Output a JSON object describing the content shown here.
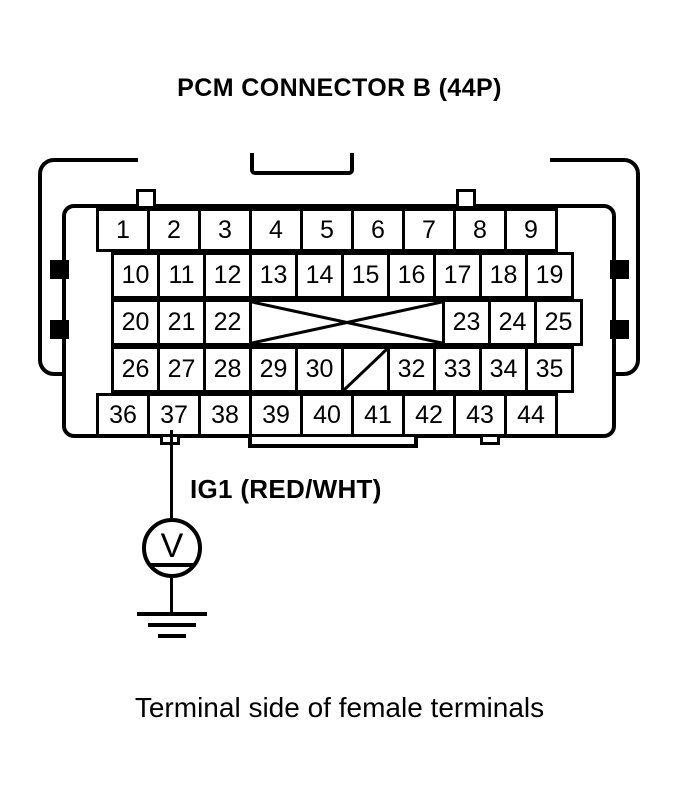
{
  "title": "PCM CONNECTOR B (44P)",
  "caption": "Terminal side of female terminals",
  "wire_label": "IG1 (RED/WHT)",
  "meter": {
    "symbol": "V",
    "type": "voltmeter",
    "ground_symbol": "earth-ground"
  },
  "connector": {
    "name": "PCM CONNECTOR B",
    "pin_count": "44P",
    "measured_terminal": "37",
    "view": "Terminal side of female terminals",
    "rows": [
      {
        "id": "row-1",
        "cells": [
          {
            "label": "1"
          },
          {
            "label": "2"
          },
          {
            "label": "3"
          },
          {
            "label": "4"
          },
          {
            "label": "5"
          },
          {
            "label": "6"
          },
          {
            "label": "7"
          },
          {
            "label": "8"
          },
          {
            "label": "9"
          }
        ]
      },
      {
        "id": "row-2",
        "cells": [
          {
            "label": "10"
          },
          {
            "label": "11"
          },
          {
            "label": "12"
          },
          {
            "label": "13"
          },
          {
            "label": "14"
          },
          {
            "label": "15"
          },
          {
            "label": "16"
          },
          {
            "label": "17"
          },
          {
            "label": "18"
          },
          {
            "label": "19"
          }
        ]
      },
      {
        "id": "row-3",
        "cells": [
          {
            "label": "20"
          },
          {
            "label": "21"
          },
          {
            "label": "22"
          },
          {
            "label": "",
            "blank": "x-span"
          },
          {
            "label": "23"
          },
          {
            "label": "24"
          },
          {
            "label": "25"
          }
        ]
      },
      {
        "id": "row-4",
        "cells": [
          {
            "label": "26"
          },
          {
            "label": "27"
          },
          {
            "label": "28"
          },
          {
            "label": "29"
          },
          {
            "label": "30"
          },
          {
            "label": "",
            "blank": "slash"
          },
          {
            "label": "32"
          },
          {
            "label": "33"
          },
          {
            "label": "34"
          },
          {
            "label": "35"
          }
        ]
      },
      {
        "id": "row-5",
        "cells": [
          {
            "label": "36"
          },
          {
            "label": "37"
          },
          {
            "label": "38"
          },
          {
            "label": "39"
          },
          {
            "label": "40"
          },
          {
            "label": "41"
          },
          {
            "label": "42"
          },
          {
            "label": "43"
          },
          {
            "label": "44"
          }
        ]
      }
    ]
  },
  "colors": {
    "line": "#000000",
    "background": "#ffffff"
  }
}
